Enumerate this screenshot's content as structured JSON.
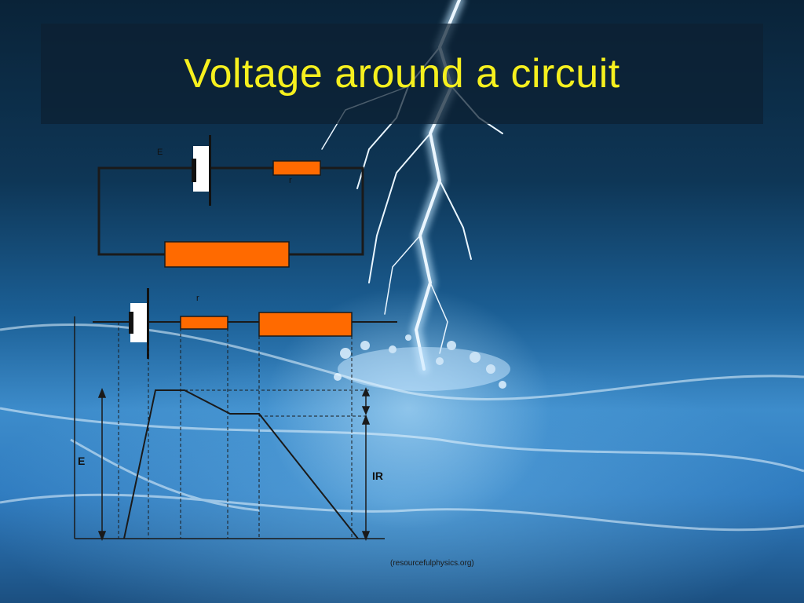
{
  "slide": {
    "title": "Voltage around a circuit",
    "credit": "(resourcefulphysics.org)"
  },
  "circuit": {
    "emf_label": "E",
    "internal_resistance_label": "r"
  },
  "voltage_graph": {
    "internal_resistance_label": "r",
    "emf_label": "E",
    "drop_label": "IR"
  },
  "colors": {
    "title": "#f6f01e",
    "resistor_fill": "#ff6a00",
    "wire": "#1a1a1a"
  }
}
